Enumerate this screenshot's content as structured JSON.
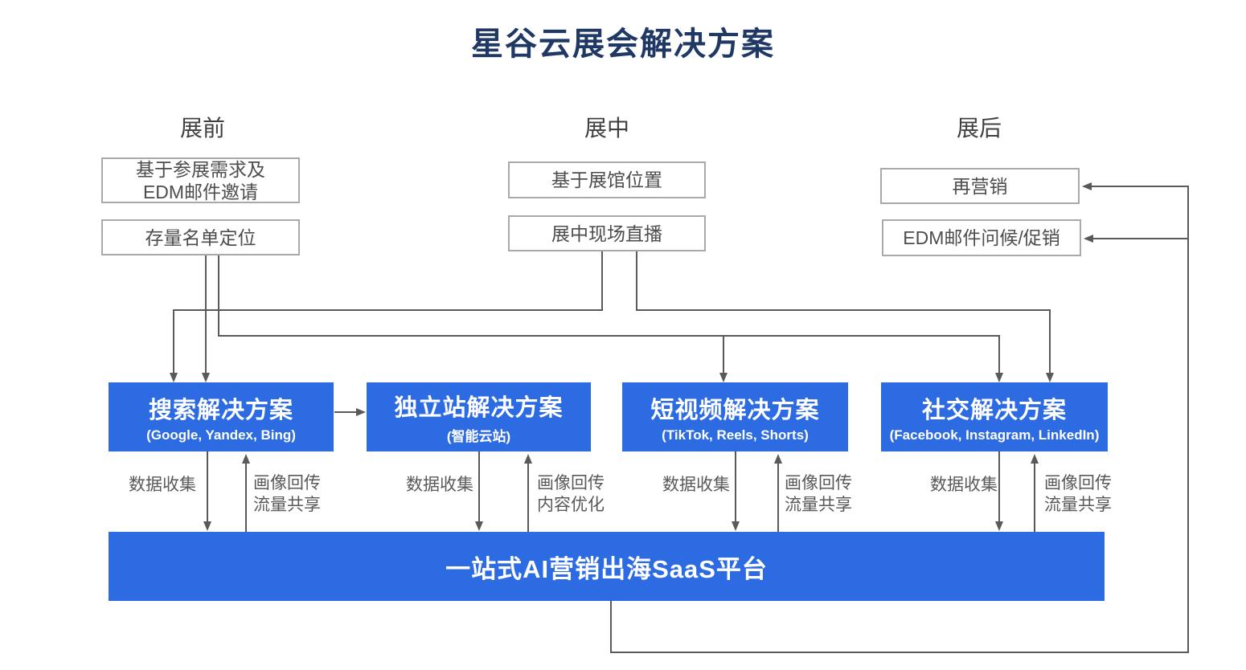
{
  "diagram": {
    "title": "星谷云展会解决方案",
    "platform": "一站式AI营销出海SaaS平台",
    "colors": {
      "accent_blue": "#2d6be3",
      "title_navy": "#1f3864",
      "line_gray": "#595959",
      "box_border": "#a9a9a9",
      "box_text": "#4d4d4d"
    },
    "phases": [
      {
        "label": "展前",
        "boxes": [
          "基于参展需求及\nEDM邮件邀请",
          "存量名单定位"
        ]
      },
      {
        "label": "展中",
        "boxes": [
          "基于展馆位置",
          "展中现场直播"
        ]
      },
      {
        "label": "展后",
        "boxes": [
          "再营销",
          "EDM邮件问候/促销"
        ]
      }
    ],
    "solutions": [
      {
        "title": "搜索解决方案",
        "subtitle": "(Google, Yandex, Bing)",
        "down_label": "数据收集",
        "up_label": "画像回传\n流量共享"
      },
      {
        "title": "独立站解决方案",
        "subtitle": "(智能云站)",
        "down_label": "数据收集",
        "up_label": "画像回传\n内容优化"
      },
      {
        "title": "短视频解决方案",
        "subtitle": "(TikTok, Reels, Shorts)",
        "down_label": "数据收集",
        "up_label": "画像回传\n流量共享"
      },
      {
        "title": "社交解决方案",
        "subtitle": "(Facebook, Instagram, LinkedIn)",
        "down_label": "数据收集",
        "up_label": "画像回传\n流量共享"
      }
    ]
  }
}
